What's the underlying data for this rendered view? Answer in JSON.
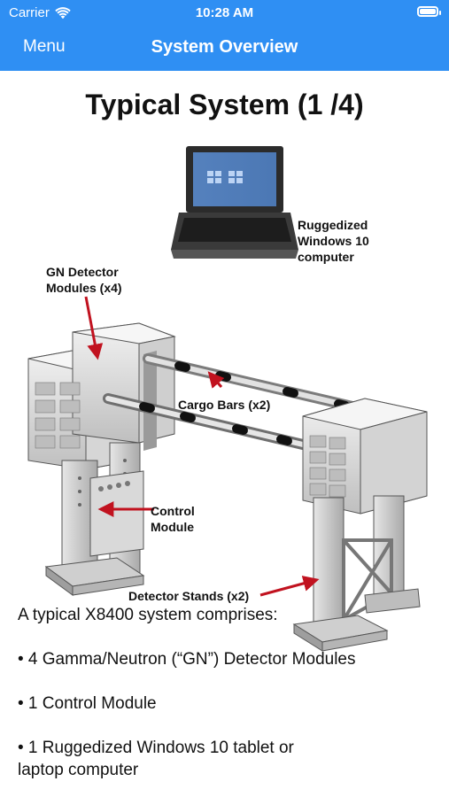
{
  "status_bar": {
    "carrier": "Carrier",
    "time": "10:28 AM",
    "icons": [
      "wifi-icon",
      "battery-icon"
    ]
  },
  "nav": {
    "menu_label": "Menu",
    "title": "System Overview",
    "color": "#2f8ff3"
  },
  "page": {
    "title": "Typical System (1 /4)",
    "diagram": {
      "labels": {
        "computer": "Ruggedized Windows 10 computer",
        "computer_lines": [
          "Ruggedized",
          "Windows 10",
          "computer"
        ],
        "gn_detector": [
          "GN Detector",
          "Modules (x4)"
        ],
        "cargo_bars": "Cargo Bars (x2)",
        "control_module": [
          "Control",
          "Module"
        ],
        "detector_stands": "Detector Stands (x2)"
      },
      "arrow_color": "#c1121f"
    },
    "intro": "A typical X8400 system comprises:",
    "bullets": [
      "• 4 Gamma/Neutron (“GN”) Detector Modules",
      "• 1 Control Module",
      "• 1 Ruggedized Windows 10 tablet or laptop computer"
    ]
  }
}
